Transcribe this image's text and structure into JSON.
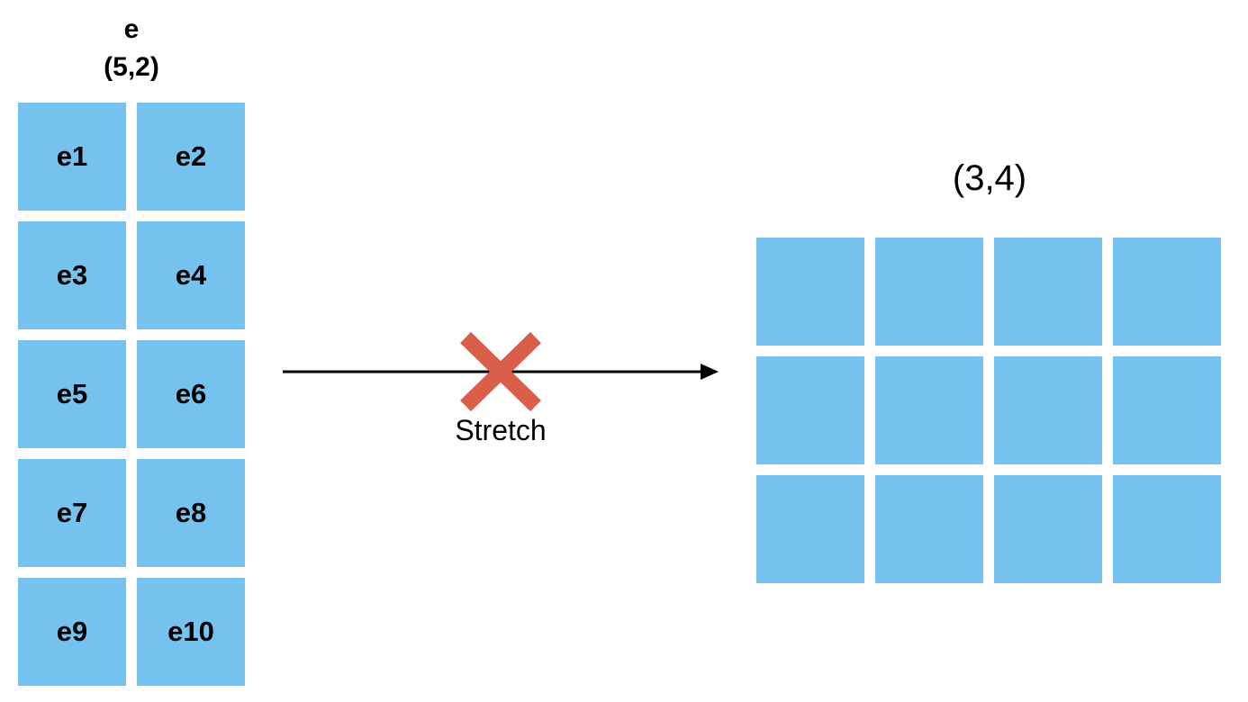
{
  "left": {
    "name": "e",
    "shape": "(5,2)",
    "cells": [
      "e1",
      "e2",
      "e3",
      "e4",
      "e5",
      "e6",
      "e7",
      "e8",
      "e9",
      "e10"
    ]
  },
  "right": {
    "shape": "(3,4)",
    "rows": 3,
    "cols": 4
  },
  "arrow": {
    "label": "Stretch",
    "blocked": true,
    "cross_color": "#d95f4a"
  },
  "colors": {
    "cell": "#76c2ef",
    "arrow": "#000000"
  }
}
